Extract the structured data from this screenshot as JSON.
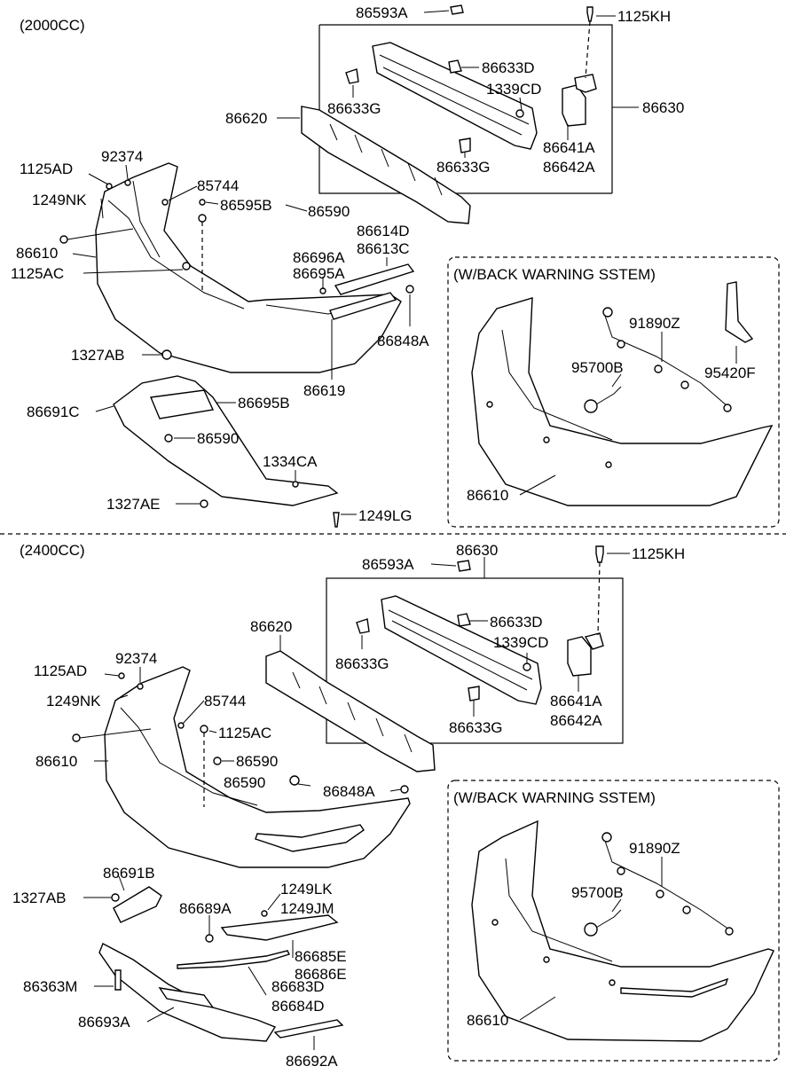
{
  "sections": {
    "top": "(2000CC)",
    "bottom": "(2400CC)",
    "warning_top": "(W/BACK WARNING SSTEM)",
    "warning_bottom": "(W/BACK WARNING SSTEM)"
  },
  "top_labels": {
    "p86593A": "86593A",
    "p1125KH": "1125KH",
    "p86633D": "86633D",
    "p1339CD": "1339CD",
    "p86633G_a": "86633G",
    "p86630": "86630",
    "p86620": "86620",
    "p86641A": "86641A",
    "p86642A": "86642A",
    "p86633G_b": "86633G",
    "p1125AD": "1125AD",
    "p92374": "92374",
    "p85744": "85744",
    "p1249NK": "1249NK",
    "p86595B": "86595B",
    "p86590_a": "86590",
    "p86610": "86610",
    "p1125AC": "1125AC",
    "p86614D": "86614D",
    "p86613C": "86613C",
    "p86696A": "86696A",
    "p86695A": "86695A",
    "p86848A": "86848A",
    "p1327AB": "1327AB",
    "p86619": "86619",
    "p86691C": "86691C",
    "p86695B": "86695B",
    "p86590_b": "86590",
    "p1334CA": "1334CA",
    "p1327AE": "1327AE",
    "p1249LG": "1249LG",
    "w91890Z": "91890Z",
    "w95700B": "95700B",
    "w95420F": "95420F",
    "w86610": "86610"
  },
  "bottom_labels": {
    "p86630": "86630",
    "p86593A": "86593A",
    "p1125KH": "1125KH",
    "p86633D": "86633D",
    "p1339CD": "1339CD",
    "p86620": "86620",
    "p86633G_a": "86633G",
    "p86641A": "86641A",
    "p86642A": "86642A",
    "p86633G_b": "86633G",
    "p1125AD": "1125AD",
    "p92374": "92374",
    "p1249NK": "1249NK",
    "p85744": "85744",
    "p1125AC": "1125AC",
    "p86610": "86610",
    "p86590_a": "86590",
    "p86590_b": "86590",
    "p86848A": "86848A",
    "p86691B": "86691B",
    "p1327AB": "1327AB",
    "p86689A": "86689A",
    "p1249LK": "1249LK",
    "p1249JM": "1249JM",
    "p86685E": "86685E",
    "p86686E": "86686E",
    "p86363M": "86363M",
    "p86683D": "86683D",
    "p86684D": "86684D",
    "p86693A": "86693A",
    "p86692A": "86692A",
    "w91890Z": "91890Z",
    "w95700B": "95700B",
    "w86610": "86610"
  }
}
